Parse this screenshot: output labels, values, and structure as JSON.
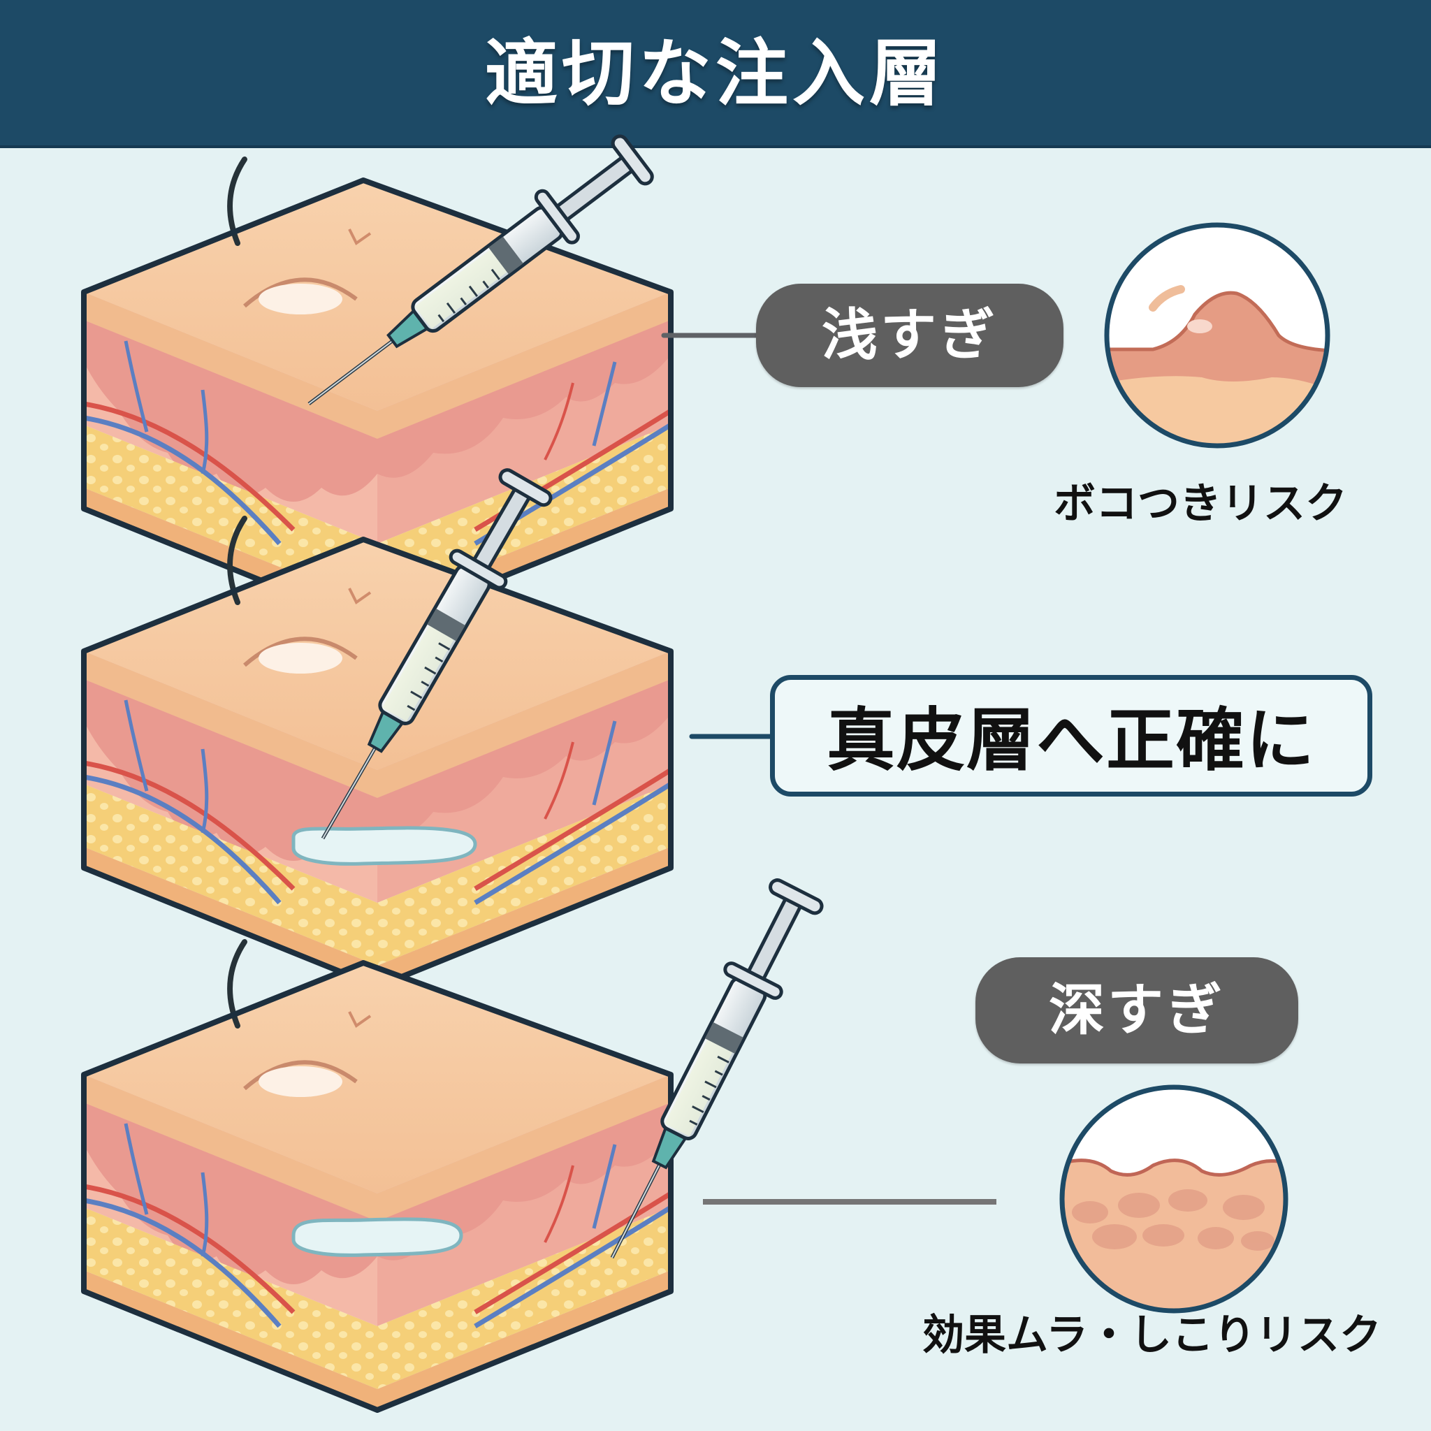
{
  "header": {
    "title": "適切な注入層",
    "background_color": "#1d4a66"
  },
  "panels": [
    {
      "id": "shallow",
      "label": "浅すぎ",
      "label_style": "gray-pill",
      "risk_text": "ボコつきリスク",
      "inset": "surface-bump",
      "needle_depth": "epidermis"
    },
    {
      "id": "correct",
      "label": "真皮層へ正確に",
      "label_style": "outlined-box",
      "needle_depth": "dermis"
    },
    {
      "id": "deep",
      "label": "深すぎ",
      "label_style": "gray-pill",
      "risk_text": "効果ムラ・しこりリスク",
      "inset": "lumpy-subcutaneous",
      "needle_depth": "subcutaneous-fat"
    }
  ],
  "colors": {
    "background": "#e4f2f3",
    "pill": "#5f5f5f",
    "outline": "#1d4a66",
    "skin_top": "#f6c9a0",
    "dermis": "#f2b3a8",
    "fat": "#f5cf78",
    "artery": "#d9534a",
    "vein": "#5b7fc2",
    "filler": "#dff0f2"
  }
}
